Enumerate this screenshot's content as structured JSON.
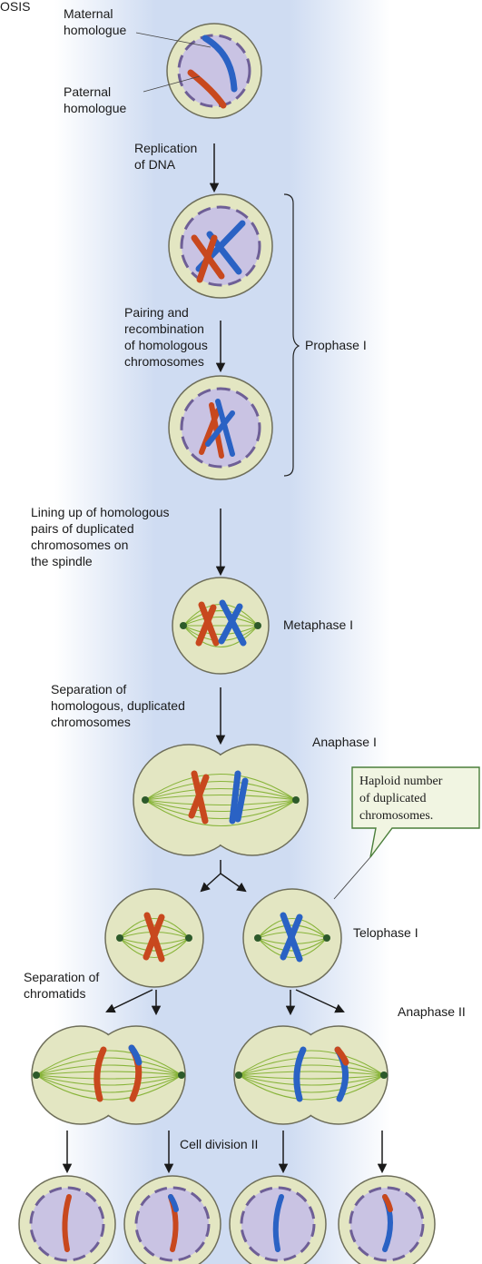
{
  "header_fragment": "OSIS",
  "labels": {
    "maternal": [
      "Maternal",
      "homologue"
    ],
    "paternal": [
      "Paternal",
      "homologue"
    ],
    "replication": [
      "Replication",
      "of DNA"
    ],
    "pairing": [
      "Pairing and",
      "recombination",
      "of homologous",
      "chromosomes"
    ],
    "prophase": "Prophase I",
    "lining_up": [
      "Lining up of homologous",
      "pairs of duplicated",
      "chromosomes on",
      "the spindle"
    ],
    "metaphase": "Metaphase I",
    "separation_homologous": [
      "Separation of",
      "homologous, duplicated",
      "chromosomes"
    ],
    "anaphase1": "Anaphase I",
    "haploid_note": [
      "Haploid number",
      "of duplicated",
      "chromosomes."
    ],
    "telophase": "Telophase I",
    "separation_chromatids": [
      "Separation of",
      "chromatids"
    ],
    "anaphase2": "Anaphase II",
    "cell_division": "Cell division II"
  },
  "colors": {
    "maternal": "#2a62c4",
    "paternal": "#c8481e",
    "cell_fill": "#e3e6c2",
    "cell_stroke": "#6e6e5a",
    "nucleus": "#c9c3e3",
    "envelope": "#6e5f96",
    "spindle": "#88b43a",
    "centrosome": "#2d5a2a",
    "background_band": "#cfdcf2"
  }
}
